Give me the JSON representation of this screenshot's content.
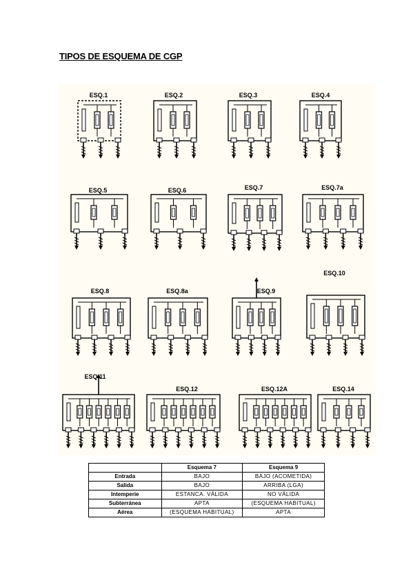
{
  "page": {
    "title": "TIPOS DE ESQUEMA DE CGP"
  },
  "diagrams": [
    {
      "label": "ESQ.1",
      "fuses": 2
    },
    {
      "label": "ESQ.2",
      "fuses": 2
    },
    {
      "label": "ESQ.3",
      "fuses": 2
    },
    {
      "label": "ESQ.4",
      "fuses": 2
    },
    {
      "label": "ESQ.5",
      "fuses": 2
    },
    {
      "label": "ESQ.6",
      "fuses": 2
    },
    {
      "label": "ESQ.7",
      "fuses": 3
    },
    {
      "label": "ESQ.7a",
      "fuses": 3
    },
    {
      "label": "ESQ.8",
      "fuses": 3
    },
    {
      "label": "ESQ.8a",
      "fuses": 3
    },
    {
      "label": "ESQ.9",
      "fuses": 3
    },
    {
      "label": "ESQ.10",
      "fuses": 3
    },
    {
      "label": "ESQ.11",
      "fuses": 6
    },
    {
      "label": "ESQ.12",
      "fuses": 6
    },
    {
      "label": "ESQ.12A",
      "fuses": 6
    },
    {
      "label": "ESQ.14",
      "fuses": 3
    }
  ],
  "table": {
    "headers": [
      "",
      "Esquema 7",
      "Esquema 9"
    ],
    "rows": [
      {
        "label": "Entrada",
        "esq7": "BAJO",
        "esq9": "BAJO (ACOMETIDA)"
      },
      {
        "label": "Salida",
        "esq7": "BAJO",
        "esq9": "ARRIBA (LGA)"
      },
      {
        "label": "Intemperie",
        "esq7": "ESTANCA. VÁLIDA",
        "esq9": "NO VÁLIDA"
      },
      {
        "label": "Subterránea",
        "esq7": "APTA",
        "esq9": "(ESQUEMA HABITUAL)"
      },
      {
        "label": "Aérea",
        "esq7": "(ESQUEMA HABITUAL)",
        "esq9": "APTA"
      }
    ]
  }
}
